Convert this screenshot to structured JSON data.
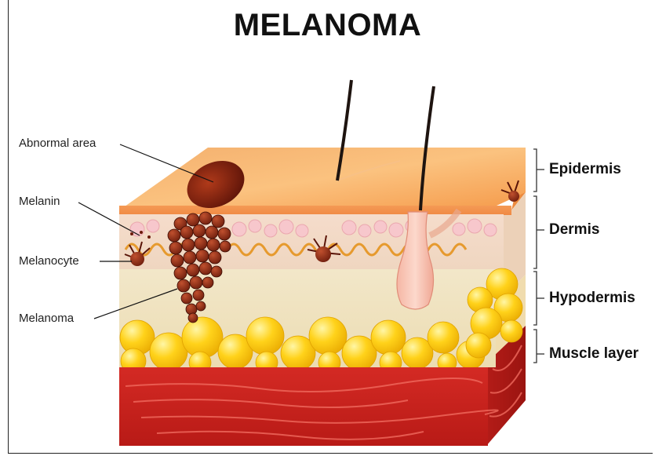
{
  "title": "MELANOMA",
  "left_labels": {
    "abnormal_area": "Abnormal area",
    "melanin": "Melanin",
    "melanocyte": "Melanocyte",
    "melanoma": "Melanoma"
  },
  "layers": {
    "epidermis": "Epidermis",
    "dermis": "Dermis",
    "hypodermis": "Hypodermis",
    "muscle": "Muscle layer"
  },
  "colors": {
    "epidermis": "#f7a55a",
    "dermis": "#f2d9c8",
    "hypodermis_bg": "#f1e6c8",
    "fat": "#ffd21a",
    "muscle": "#c8201c",
    "melanoma": "#8a2a12"
  }
}
